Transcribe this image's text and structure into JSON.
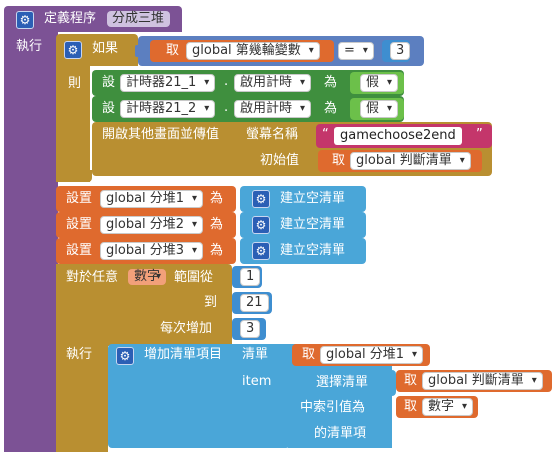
{
  "procedure": {
    "keyword": "定義程序",
    "name": "分成三堆",
    "exec_label": "執行"
  },
  "if_block": {
    "if_label": "如果",
    "then_label": "則",
    "get_label": "取",
    "variable": "global 第幾輪變數",
    "operator": "=",
    "compare_value": "3"
  },
  "timer_sets": [
    {
      "set_label": "設",
      "component": "計時器21_1",
      "property": "啟用計時",
      "as_label": "為",
      "value": "假"
    },
    {
      "set_label": "設",
      "component": "計時器21_2",
      "property": "啟用計時",
      "as_label": "為",
      "value": "假"
    }
  ],
  "open_screen": {
    "label": "開啟其他畫面並傳值",
    "screen_label": "螢幕名稱",
    "screen_value": "gamechoose2end",
    "start_label": "初始值",
    "get_label": "取",
    "start_var": "global 判斷清單"
  },
  "list_sets": [
    {
      "set_label": "設置",
      "variable": "global 分堆1",
      "as_label": "為",
      "action": "建立空清單"
    },
    {
      "set_label": "設置",
      "variable": "global 分堆2",
      "as_label": "為",
      "action": "建立空清單"
    },
    {
      "set_label": "設置",
      "variable": "global 分堆3",
      "as_label": "為",
      "action": "建立空清單"
    }
  ],
  "for_loop": {
    "label": "對於任意",
    "var_name": "數字",
    "range_from": "範圍從",
    "from_value": "1",
    "to_label": "到",
    "to_value": "21",
    "step_label": "每次增加",
    "step_value": "3",
    "do_label": "執行"
  },
  "add_item": {
    "label": "增加清單項目",
    "list_label": "清單",
    "get_label": "取",
    "list_var": "global 分堆1",
    "item_label": "item",
    "select_label": "選擇清單",
    "select_get": "取",
    "select_var": "global 判斷清單",
    "index_label": "中索引值為",
    "index_get": "取",
    "index_var": "數字",
    "tail_label": "的清單項"
  },
  "colors": {
    "procedure": "#7c5295",
    "control": "#b98f31",
    "logic": "#5c7fc0",
    "math": "#3e8ed0",
    "variable": "#df6a2e",
    "component": "#3f8f3e",
    "text": "#c4366b",
    "list": "#4aa6d8",
    "boolean": "#6cc04a"
  }
}
